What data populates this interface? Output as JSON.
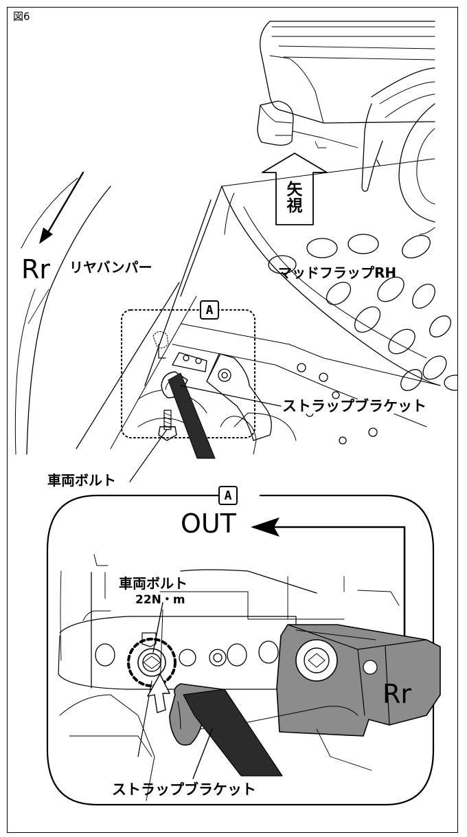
{
  "figure_number": "図6",
  "view_arrow_label": [
    "矢",
    "視"
  ],
  "labels": {
    "direction_rear_top": "Rr",
    "rear_bumper": "リヤバンパー",
    "mud_flap": "マッドフラップRH",
    "strap_bracket_top": "ストラップブラケット",
    "vehicle_bolt_top": "車両ボルト",
    "detail_marker_top": "A",
    "detail_marker_bottom": "A",
    "direction_out": "OUT",
    "direction_rear_detail": "Rr",
    "vehicle_bolt_detail": "車両ボルト",
    "torque_value": "22N・m",
    "strap_bracket_bottom": "ストラップブラケット"
  },
  "colors": {
    "line": "#000000",
    "bracket_gray": "#8c8c8c",
    "strap_dark": "#2b2b2b",
    "background": "#ffffff"
  }
}
